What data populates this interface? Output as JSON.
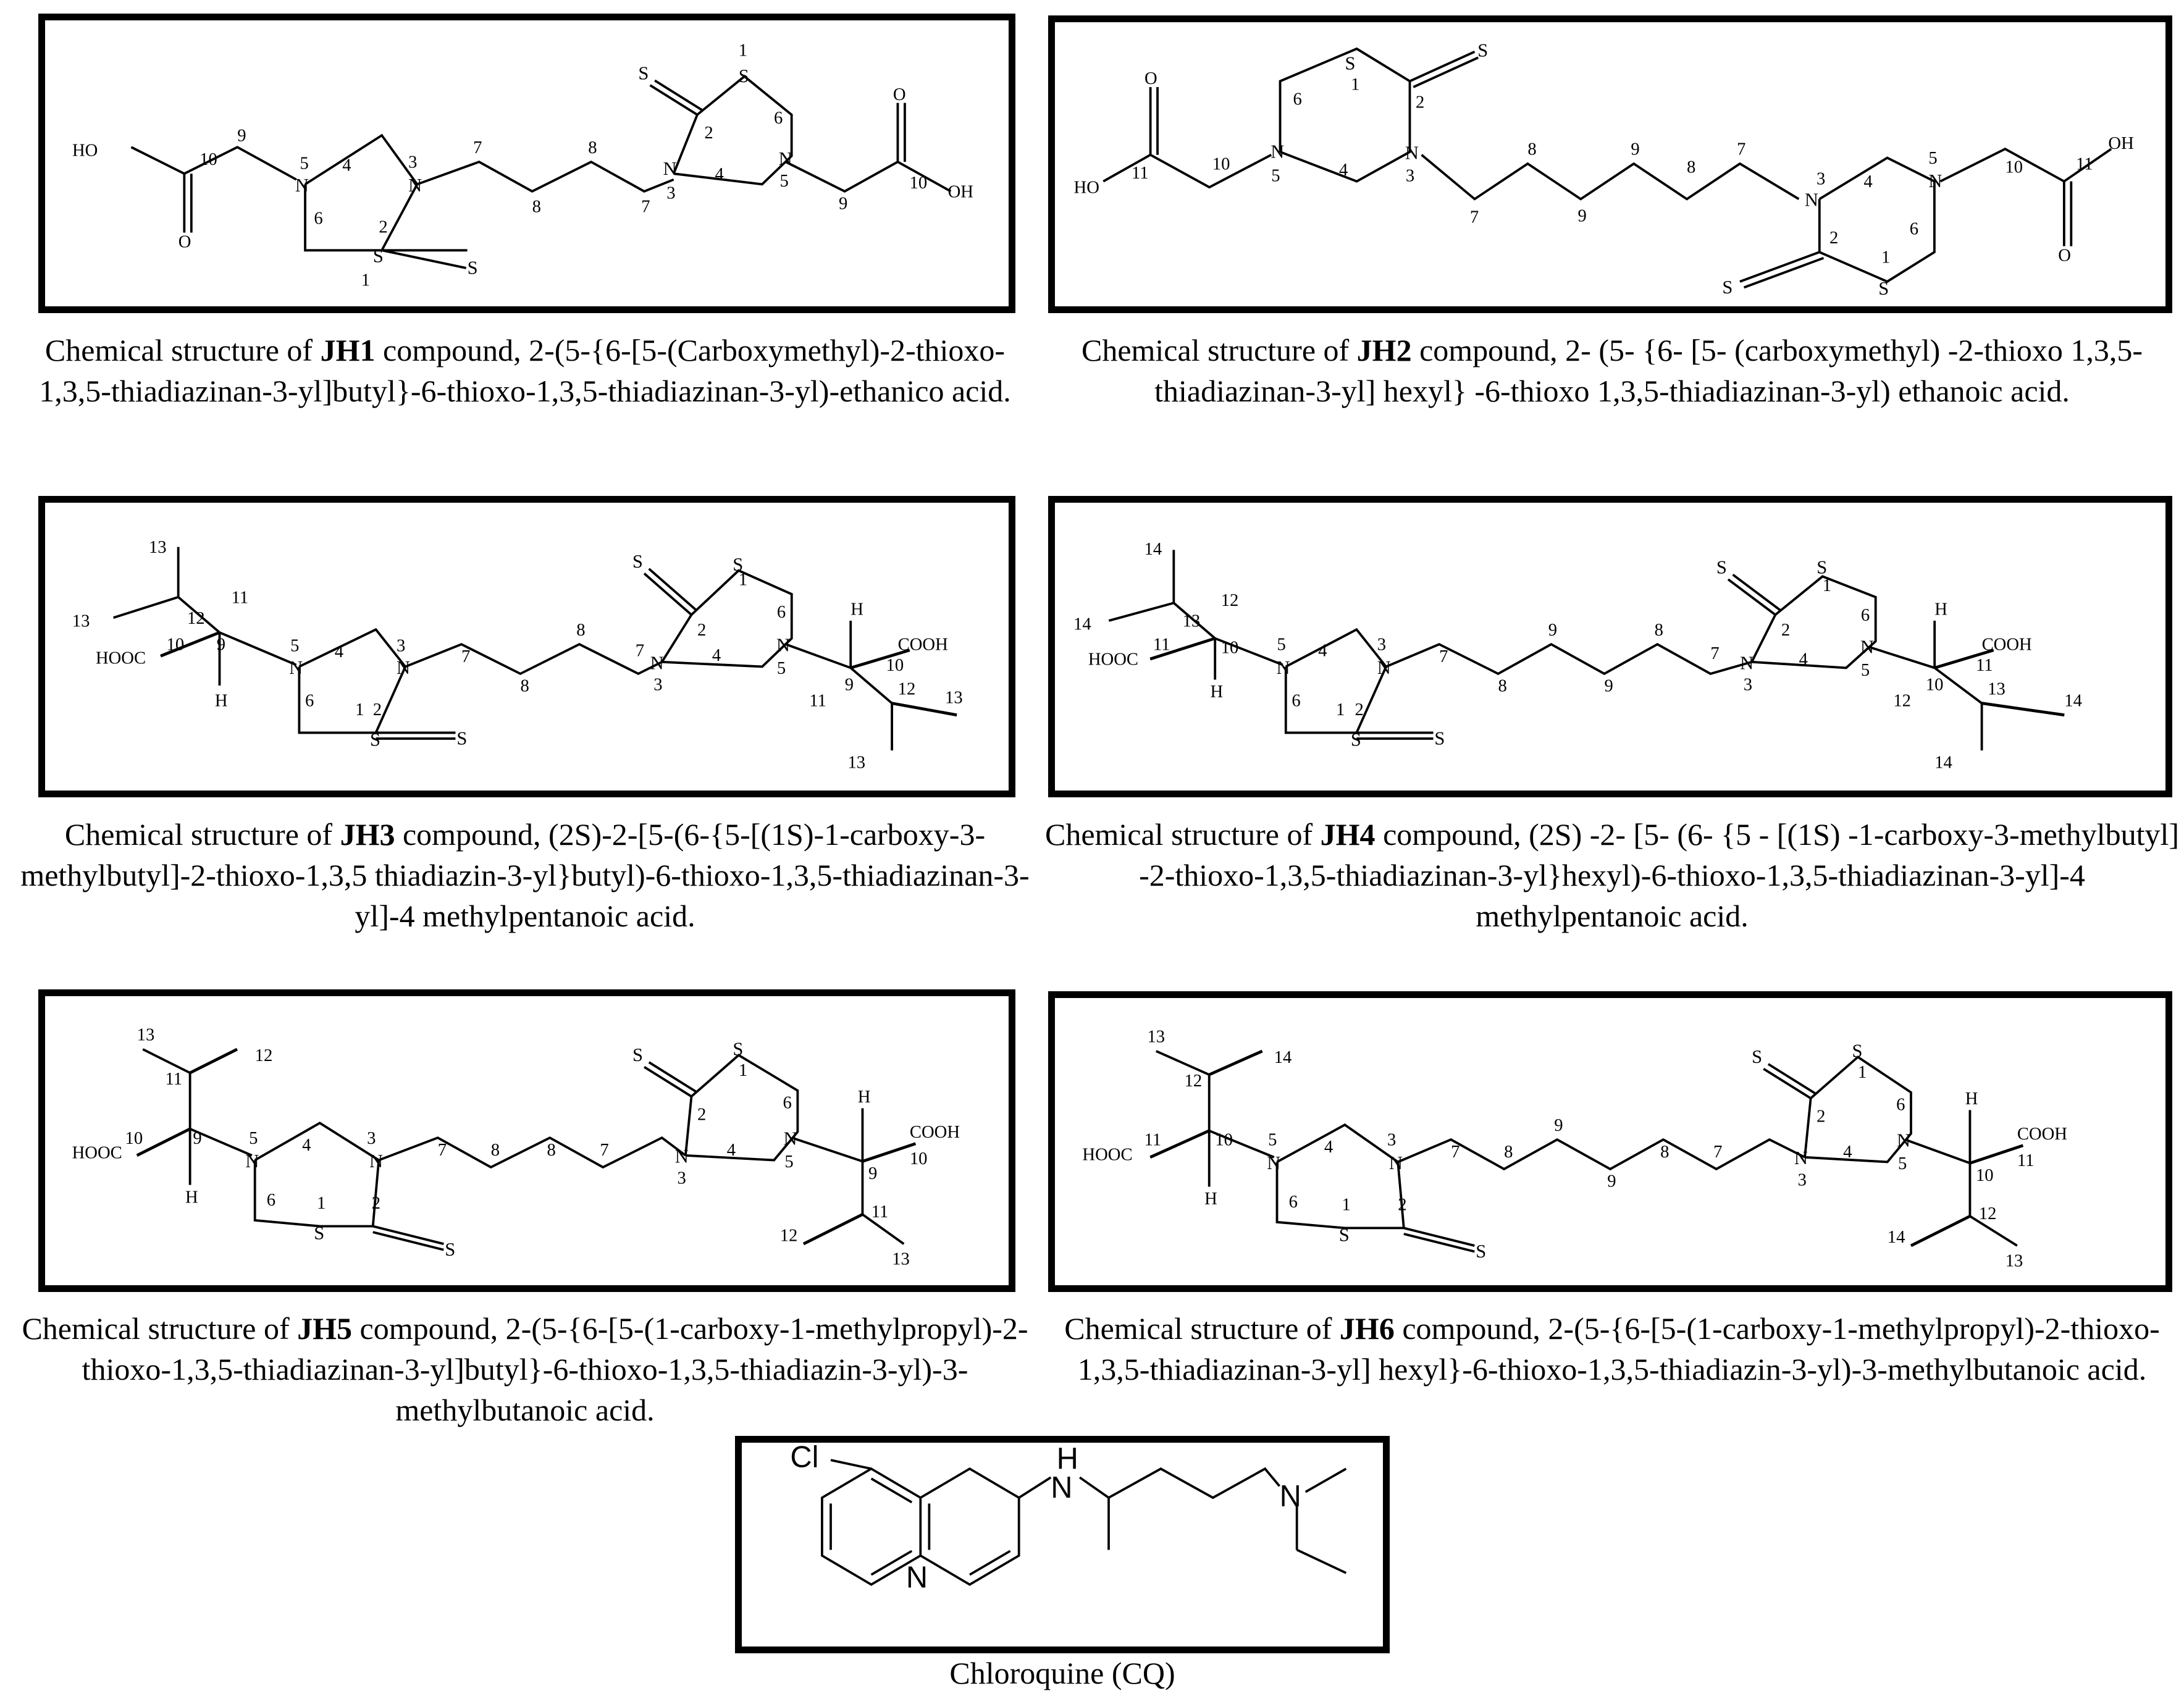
{
  "compounds": [
    {
      "id": "JH1",
      "prefix": "Chemical structure of ",
      "code": "JH1",
      "suffix": " compound, 2-(5-{6-[5-(Carboxymethyl)-2-thioxo-1,3,5-thiadiazinan-3-yl]butyl}-6-thioxo-1,3,5-thiadiazinan-3-yl)-ethanico acid."
    },
    {
      "id": "JH2",
      "prefix": "Chemical structure of ",
      "code": "JH2",
      "suffix": " compound, 2- (5- {6- [5- (carboxymethyl) -2-thioxo 1,3,5-thiadiazinan-3-yl] hexyl} -6-thioxo 1,3,5-thiadiazinan-3-yl) ethanoic acid."
    },
    {
      "id": "JH3",
      "prefix": "Chemical structure of ",
      "code": "JH3",
      "suffix": " compound, (2S)-2-[5-(6-{5-[(1S)-1-carboxy-3-methylbutyl]-2-thioxo-1,3,5 thiadiazin-3-yl}butyl)-6-thioxo-1,3,5-thiadiazinan-3-yl]-4 methylpentanoic acid."
    },
    {
      "id": "JH4",
      "prefix": "Chemical structure of ",
      "code": "JH4",
      "suffix": " compound, (2S) -2- [5- (6- {5 - [(1S) -1-carboxy-3-methylbutyl] -2-thioxo-1,3,5-thiadiazinan-3-yl}hexyl)-6-thioxo-1,3,5-thiadiazinan-3-yl]-4 methylpentanoic acid."
    },
    {
      "id": "JH5",
      "prefix": "Chemical structure of ",
      "code": "JH5",
      "suffix": " compound, 2-(5-{6-[5-(1-carboxy-1-methylpropyl)-2-thioxo-1,3,5-thiadiazinan-3-yl]butyl}-6-thioxo-1,3,5-thiadiazin-3-yl)-3-methylbutanoic acid."
    },
    {
      "id": "JH6",
      "prefix": "Chemical structure of ",
      "code": "JH6",
      "suffix": " compound, 2-(5-{6-[5-(1-carboxy-1-methylpropyl)-2-thioxo-1,3,5-thiadiazinan-3-yl] hexyl}-6-thioxo-1,3,5-thiadiazin-3-yl)-3-methylbutanoic acid."
    }
  ],
  "reference": {
    "caption": "Chloroquine (CQ)",
    "atoms": {
      "cl": "Cl",
      "n": "N",
      "h": "H"
    }
  },
  "atoms": {
    "S": "S",
    "N": "N",
    "O": "O",
    "HO": "HO",
    "OH": "OH",
    "H": "H",
    "COOH": "COOH",
    "HOOC": "HOOC"
  },
  "numbering": {
    "n1": "1",
    "n2": "2",
    "n3": "3",
    "n4": "4",
    "n5": "5",
    "n6": "6",
    "n7": "7",
    "n8": "8",
    "n9": "9",
    "n10": "10",
    "n11": "11",
    "n12": "12",
    "n13": "13",
    "n14": "14"
  }
}
